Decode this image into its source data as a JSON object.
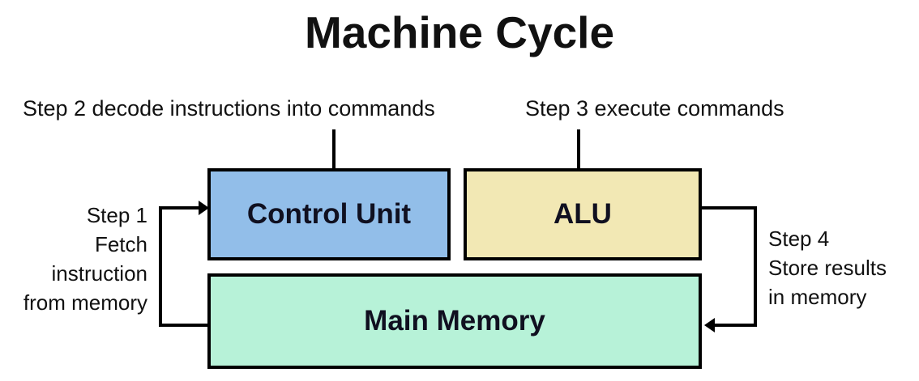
{
  "title": "Machine Cycle",
  "colors": {
    "background": "#ffffff",
    "line": "#000000",
    "text": "#111111",
    "control_unit_fill": "#92bee9",
    "alu_fill": "#f2e8b4",
    "main_memory_fill": "#b7f2d8"
  },
  "boxes": {
    "control_unit": {
      "label": "Control Unit"
    },
    "alu": {
      "label": "ALU"
    },
    "main_memory": {
      "label": "Main Memory"
    }
  },
  "annotations": {
    "step1": {
      "lines": [
        "Step 1",
        "Fetch",
        "instruction",
        "from memory"
      ]
    },
    "step2": {
      "label": "Step 2 decode instructions into commands"
    },
    "step3": {
      "label": "Step 3 execute commands"
    },
    "step4": {
      "lines": [
        "Step 4",
        "Store results",
        "in memory"
      ]
    }
  }
}
